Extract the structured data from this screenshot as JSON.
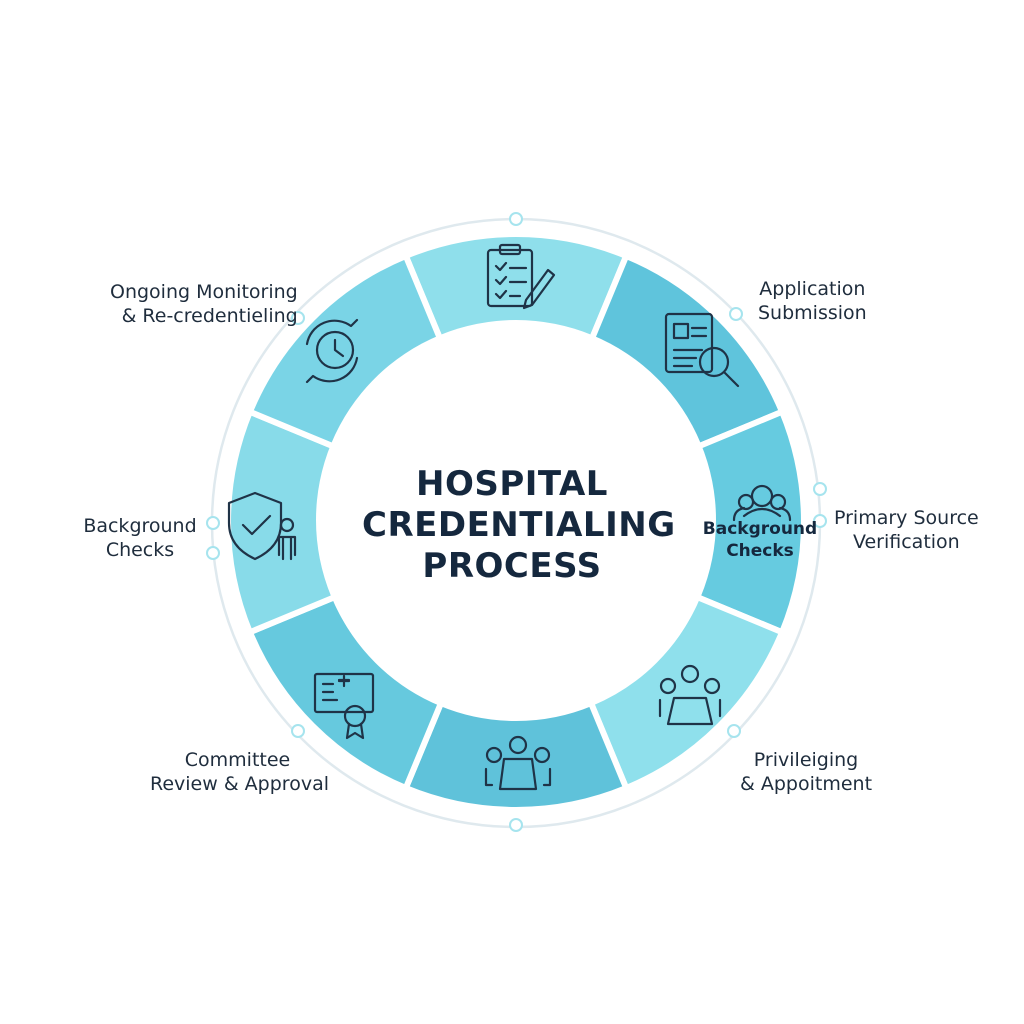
{
  "title": {
    "line1": "HOSPITAL",
    "line2": "CREDENTIALING",
    "line3": "PROCESS"
  },
  "steps": [
    {
      "line1": "Application",
      "line2": "Submission"
    },
    {
      "line1": "Primary Source",
      "line2": "Verification"
    },
    {
      "line1": "Privileiging",
      "line2": "& Appoitment"
    },
    {
      "line1": "Committee",
      "line2": "Review & Approval"
    },
    {
      "line1": "Background",
      "line2": "Checks"
    },
    {
      "line1": "Ongoing Monitoring",
      "line2": "& Re-credentieling"
    }
  ],
  "segment_label": {
    "line1": "Background",
    "line2": "Checks"
  },
  "segments": [
    {
      "icon": "clipboard-pen-icon"
    },
    {
      "icon": "document-magnifier-icon"
    },
    {
      "icon": "people-group-icon"
    },
    {
      "icon": "meeting-table-icon"
    },
    {
      "icon": "committee-table-icon"
    },
    {
      "icon": "certificate-icon"
    },
    {
      "icon": "shield-check-person-icon"
    },
    {
      "icon": "clock-cycle-icon"
    }
  ],
  "colors": {
    "ring_light": "#8ee0ec",
    "ring_mid": "#6fd0e2",
    "ring_dark": "#56c3da",
    "text_dark": "#15283e",
    "outline": "#d6e6ee",
    "dot": "#9fe3ec"
  }
}
